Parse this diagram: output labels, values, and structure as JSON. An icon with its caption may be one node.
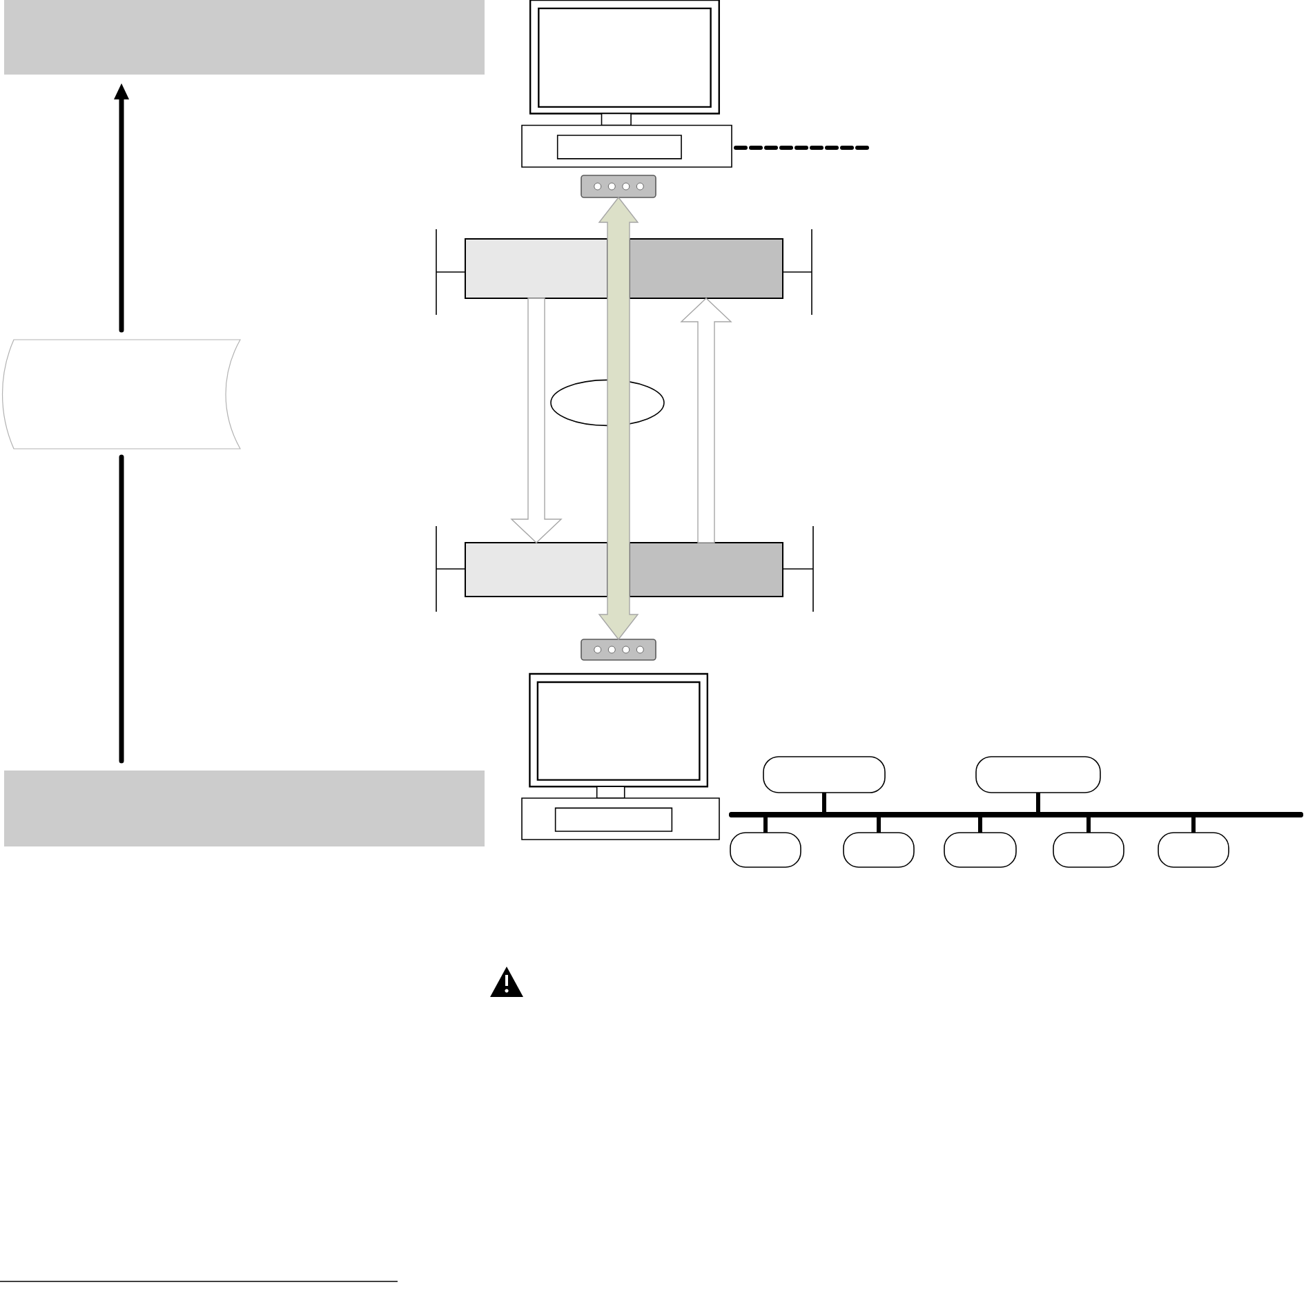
{
  "diagram": {
    "nodes": [
      {
        "text": [],
        "shape": "box"
      },
      {
        "text": [],
        "shape": "tape"
      },
      {
        "text": [],
        "shape": "box"
      },
      {
        "text": [],
        "shape": "computer"
      },
      {
        "text": [],
        "shape": "device"
      },
      {
        "text": [],
        "shape": "box"
      },
      {
        "text": [],
        "shape": "box"
      },
      {
        "text": [],
        "shape": "ellipse"
      },
      {
        "text": [],
        "shape": "box"
      },
      {
        "text": [],
        "shape": "box"
      },
      {
        "text": [],
        "shape": "device"
      },
      {
        "text": [],
        "shape": "computer"
      },
      {
        "text": [],
        "shape": "bar"
      },
      {
        "text": [],
        "shape": "oval"
      },
      {
        "text": [],
        "shape": "oval"
      },
      {
        "text": [],
        "shape": "oval"
      },
      {
        "text": [],
        "shape": "oval"
      },
      {
        "text": [],
        "shape": "oval"
      },
      {
        "text": [],
        "shape": "oval"
      },
      {
        "text": [],
        "shape": "oval"
      }
    ],
    "edges": [
      {
        "from": 1,
        "to": 0,
        "arrow": "to"
      },
      {
        "from": 2,
        "to": 1,
        "arrow": "none"
      },
      {
        "from": 4,
        "to": 10,
        "arrow": "both",
        "style": "thick",
        "color": "#dce0c8"
      },
      {
        "from": 5,
        "to": 8,
        "arrow": "to",
        "style": "thick",
        "color": "#ffffff"
      },
      {
        "from": 9,
        "to": 6,
        "arrow": "to",
        "style": "thick",
        "color": "#ffffff"
      },
      {
        "from": 3,
        "to": null,
        "arrow": "none",
        "style": "dashed"
      },
      {
        "from": 13,
        "to": 12,
        "arrow": "none"
      },
      {
        "from": 14,
        "to": 12,
        "arrow": "none"
      },
      {
        "from": 15,
        "to": 12,
        "arrow": "none"
      },
      {
        "from": 16,
        "to": 12,
        "arrow": "none"
      },
      {
        "from": 17,
        "to": 12,
        "arrow": "none"
      },
      {
        "from": 18,
        "to": 12,
        "arrow": "none"
      },
      {
        "from": 19,
        "to": 12,
        "arrow": "none"
      }
    ]
  }
}
